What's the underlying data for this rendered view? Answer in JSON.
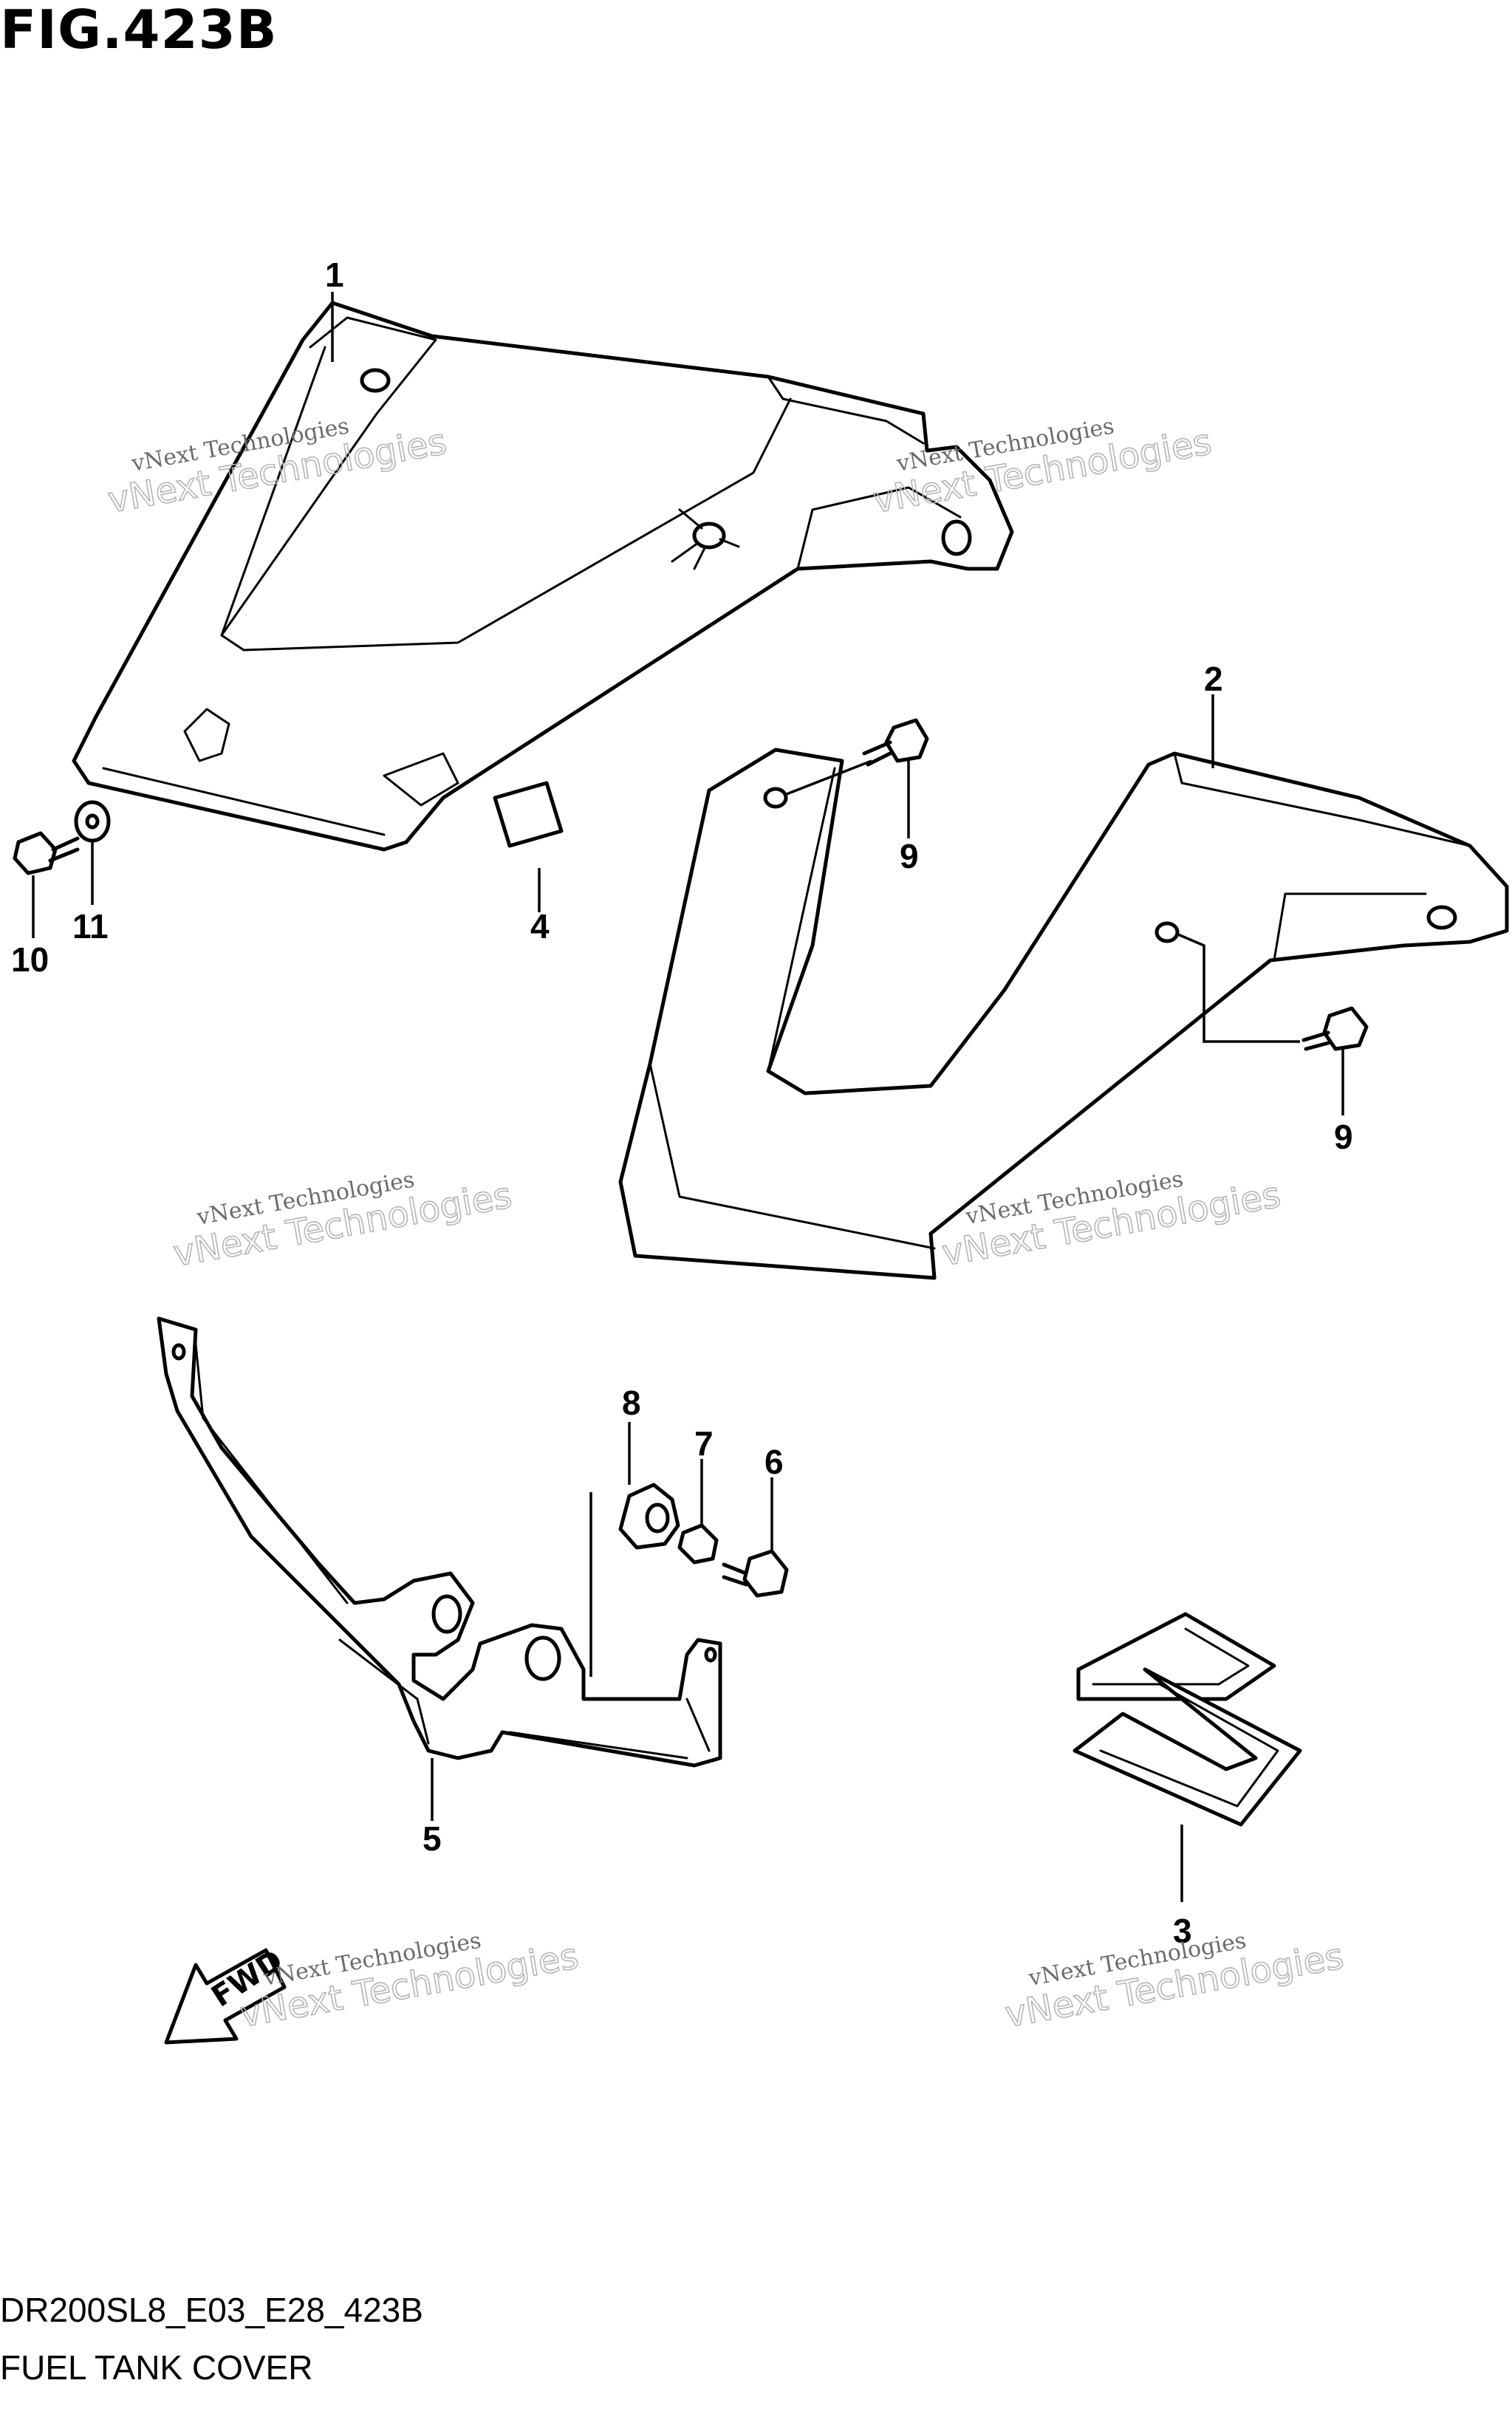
{
  "figure": {
    "title": "FIG.423B",
    "code": "DR200SL8_E03_E28_423B",
    "name": "FUEL TANK COVER"
  },
  "fwd_label": "FWD",
  "watermark": {
    "line1": "vNext Technologies",
    "line2": "vNext Technologies"
  },
  "callouts": [
    "1",
    "2",
    "3",
    "4",
    "5",
    "6",
    "7",
    "8",
    "9",
    "9",
    "10",
    "11"
  ]
}
